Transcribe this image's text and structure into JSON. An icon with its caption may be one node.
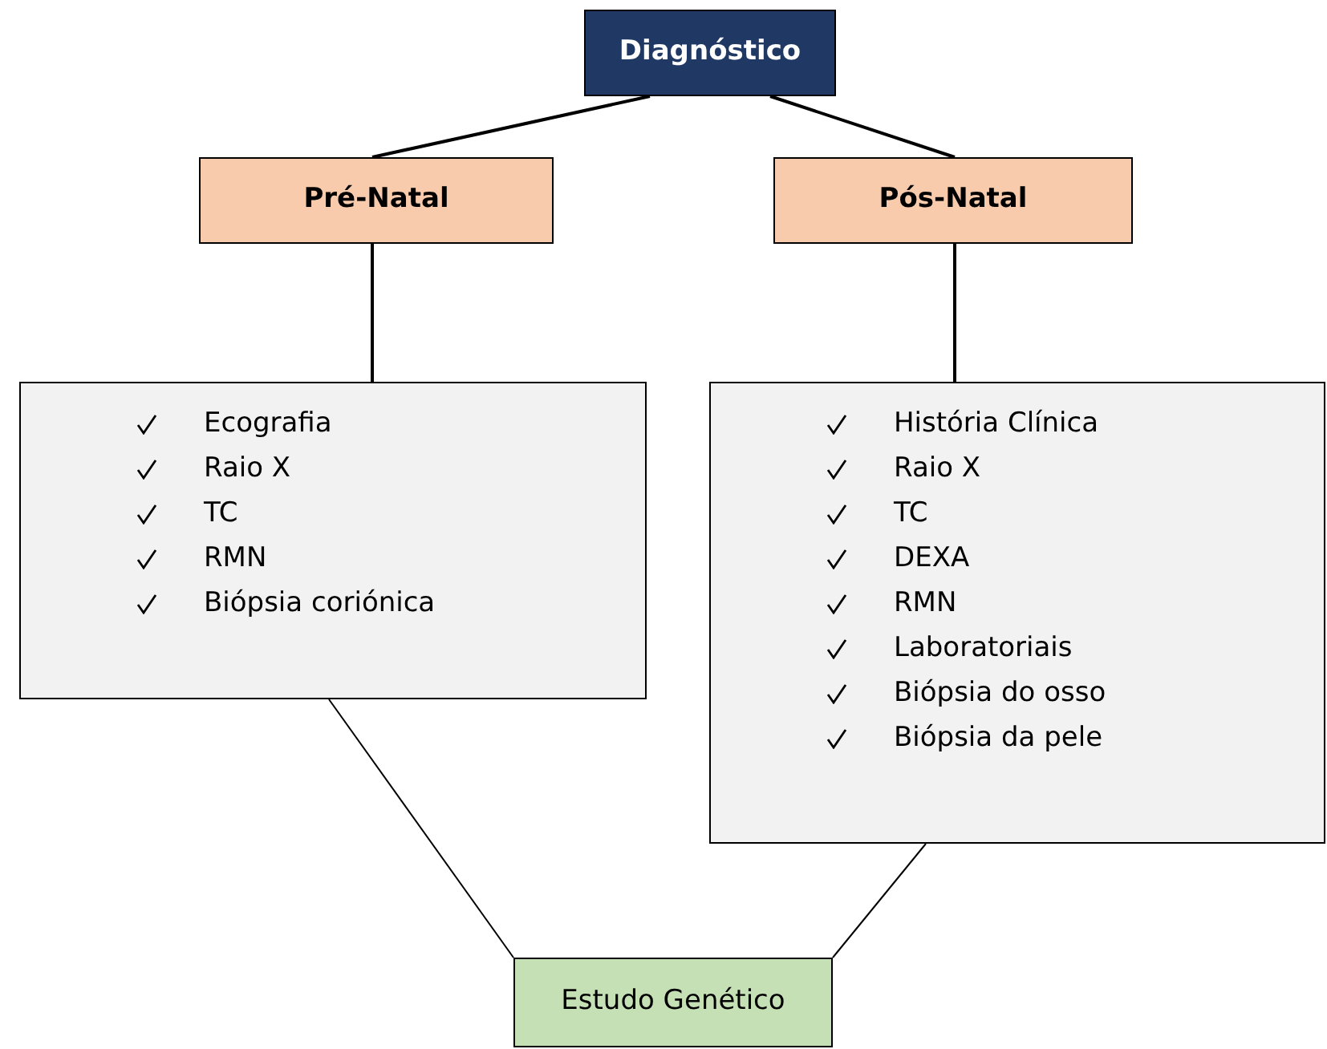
{
  "diagram": {
    "nodes": [
      {
        "text": [
          "Diagnóstico"
        ]
      },
      {
        "text": [
          "Pré-Natal"
        ]
      },
      {
        "text": [
          "Pós-Natal"
        ]
      },
      {
        "text": [
          "Ecografia",
          "Raio X",
          "TC",
          "RMN",
          "Biópsia coriónica"
        ]
      },
      {
        "text": [
          "História Clínica",
          "Raio X",
          "TC",
          "DEXA",
          "RMN",
          "Laboratoriais",
          "Biópsia do osso",
          "Biópsia da pele"
        ]
      },
      {
        "text": [
          "Estudo Genético"
        ]
      }
    ],
    "edges": [
      {
        "from": 0,
        "to": 1,
        "arrow": "none"
      },
      {
        "from": 0,
        "to": 2,
        "arrow": "none"
      },
      {
        "from": 1,
        "to": 3,
        "arrow": "none"
      },
      {
        "from": 2,
        "to": 4,
        "arrow": "none"
      },
      {
        "from": 3,
        "to": 5,
        "arrow": "none"
      },
      {
        "from": 4,
        "to": 5,
        "arrow": "none"
      }
    ]
  }
}
